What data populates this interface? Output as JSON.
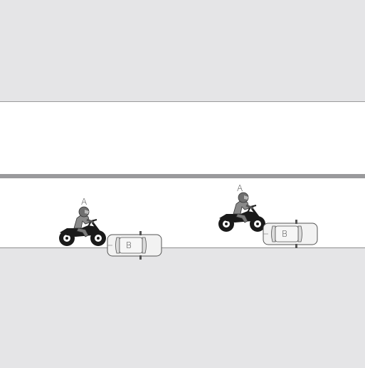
{
  "scene": {
    "left": {
      "motorcycle_label": "A",
      "car_label": "B"
    },
    "right": {
      "motorcycle_label": "A",
      "car_label": "B"
    }
  },
  "colors": {
    "roadside": "#e5e5e7",
    "road": "#ffffff",
    "lane_line": "#9b9b9b",
    "median": "#9a9a9c",
    "car_body": "#f2f2f2",
    "rider": "#8a8a8a",
    "tyre": "#1a1a1a"
  }
}
